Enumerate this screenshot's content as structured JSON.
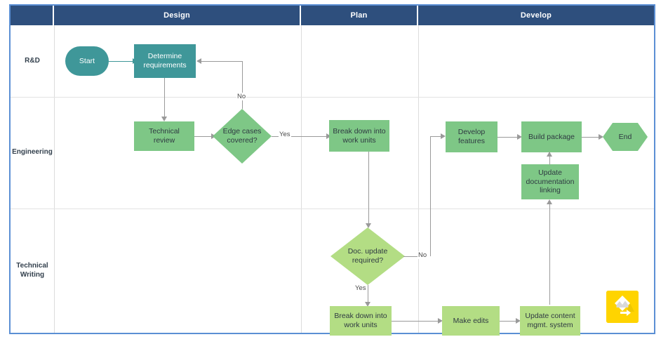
{
  "diagram": {
    "title": "Product documentation swimlane flowchart",
    "frame_color": "#5b8fd4",
    "header_color": "#2e4f7d",
    "columns": [
      {
        "key": "corner",
        "label": ""
      },
      {
        "key": "design",
        "label": "Design"
      },
      {
        "key": "plan",
        "label": "Plan"
      },
      {
        "key": "develop",
        "label": "Develop"
      }
    ],
    "lanes": [
      {
        "key": "rnd",
        "label": "R&D"
      },
      {
        "key": "engineering",
        "label": "Engineering"
      },
      {
        "key": "technical_writing",
        "label": "Technical\nWriting"
      }
    ],
    "palette": {
      "teal": "#3f9799",
      "green": "#7ec786",
      "light_green": "#b3dd84",
      "connector": "#9a9a9a",
      "text": "#2f3a42",
      "brand_yellow": "#ffd400"
    },
    "nodes": [
      {
        "id": "start",
        "label": "Start",
        "shape": "stadium",
        "lane": "rnd",
        "column": "design",
        "color": "teal"
      },
      {
        "id": "determine",
        "label": "Determine requirements",
        "shape": "process",
        "lane": "rnd",
        "column": "design",
        "color": "teal"
      },
      {
        "id": "techreview",
        "label": "Technical review",
        "shape": "process",
        "lane": "engineering",
        "column": "design",
        "color": "green"
      },
      {
        "id": "edgecases",
        "label": "Edge cases covered?",
        "shape": "decision",
        "lane": "engineering",
        "column": "design",
        "color": "green"
      },
      {
        "id": "breakdown1",
        "label": "Break down into work units",
        "shape": "process",
        "lane": "engineering",
        "column": "plan",
        "color": "green"
      },
      {
        "id": "develop",
        "label": "Develop features",
        "shape": "process",
        "lane": "engineering",
        "column": "develop",
        "color": "green"
      },
      {
        "id": "buildpkg",
        "label": "Build package",
        "shape": "process",
        "lane": "engineering",
        "column": "develop",
        "color": "green"
      },
      {
        "id": "end",
        "label": "End",
        "shape": "hexagon",
        "lane": "engineering",
        "column": "develop",
        "color": "green"
      },
      {
        "id": "updatedoc",
        "label": "Update documentation linking",
        "shape": "process",
        "lane": "engineering",
        "column": "develop",
        "color": "green"
      },
      {
        "id": "docupdate",
        "label": "Doc. update required?",
        "shape": "decision",
        "lane": "technical_writing",
        "column": "plan",
        "color": "light_green"
      },
      {
        "id": "breakdown2",
        "label": "Break down into work units",
        "shape": "process",
        "lane": "technical_writing",
        "column": "plan",
        "color": "light_green"
      },
      {
        "id": "makeedits",
        "label": "Make edits",
        "shape": "process",
        "lane": "technical_writing",
        "column": "develop",
        "color": "light_green"
      },
      {
        "id": "updatecms",
        "label": "Update content mgmt. system",
        "shape": "process",
        "lane": "technical_writing",
        "column": "develop",
        "color": "light_green"
      }
    ],
    "node_labels": {
      "start": "Start",
      "determine_line1": "Determine",
      "determine_line2": "requirements",
      "techreview_line1": "Technical",
      "techreview_line2": "review",
      "edgecases_line1": "Edge cases",
      "edgecases_line2": "covered?",
      "breakdown1_line1": "Break down into",
      "breakdown1_line2": "work units",
      "develop_line1": "Develop",
      "develop_line2": "features",
      "buildpkg": "Build package",
      "end": "End",
      "updatedoc_line1": "Update",
      "updatedoc_line2": "documentation",
      "updatedoc_line3": "linking",
      "docupdate_line1": "Doc. update",
      "docupdate_line2": "required?",
      "breakdown2_line1": "Break down into",
      "breakdown2_line2": "work units",
      "makeedits": "Make edits",
      "updatecms_line1": "Update content",
      "updatecms_line2": "mgmt. system"
    },
    "edge_labels": {
      "edgecases_no": "No",
      "edgecases_yes": "Yes",
      "docupdate_no": "No",
      "docupdate_yes": "Yes"
    },
    "edges": [
      {
        "from": "start",
        "to": "determine",
        "label": ""
      },
      {
        "from": "determine",
        "to": "techreview",
        "label": ""
      },
      {
        "from": "techreview",
        "to": "edgecases",
        "label": ""
      },
      {
        "from": "edgecases",
        "to": "determine",
        "label": "No"
      },
      {
        "from": "edgecases",
        "to": "breakdown1",
        "label": "Yes"
      },
      {
        "from": "breakdown1",
        "to": "docupdate",
        "label": ""
      },
      {
        "from": "docupdate",
        "to": "develop",
        "label": "No"
      },
      {
        "from": "docupdate",
        "to": "breakdown2",
        "label": "Yes"
      },
      {
        "from": "develop",
        "to": "buildpkg",
        "label": ""
      },
      {
        "from": "buildpkg",
        "to": "end",
        "label": ""
      },
      {
        "from": "updatedoc",
        "to": "buildpkg",
        "label": ""
      },
      {
        "from": "breakdown2",
        "to": "makeedits",
        "label": ""
      },
      {
        "from": "makeedits",
        "to": "updatecms",
        "label": ""
      },
      {
        "from": "updatecms",
        "to": "updatedoc",
        "label": ""
      }
    ],
    "brand_badge": {
      "name": "lucid-logo",
      "color": "#ffd400"
    }
  }
}
